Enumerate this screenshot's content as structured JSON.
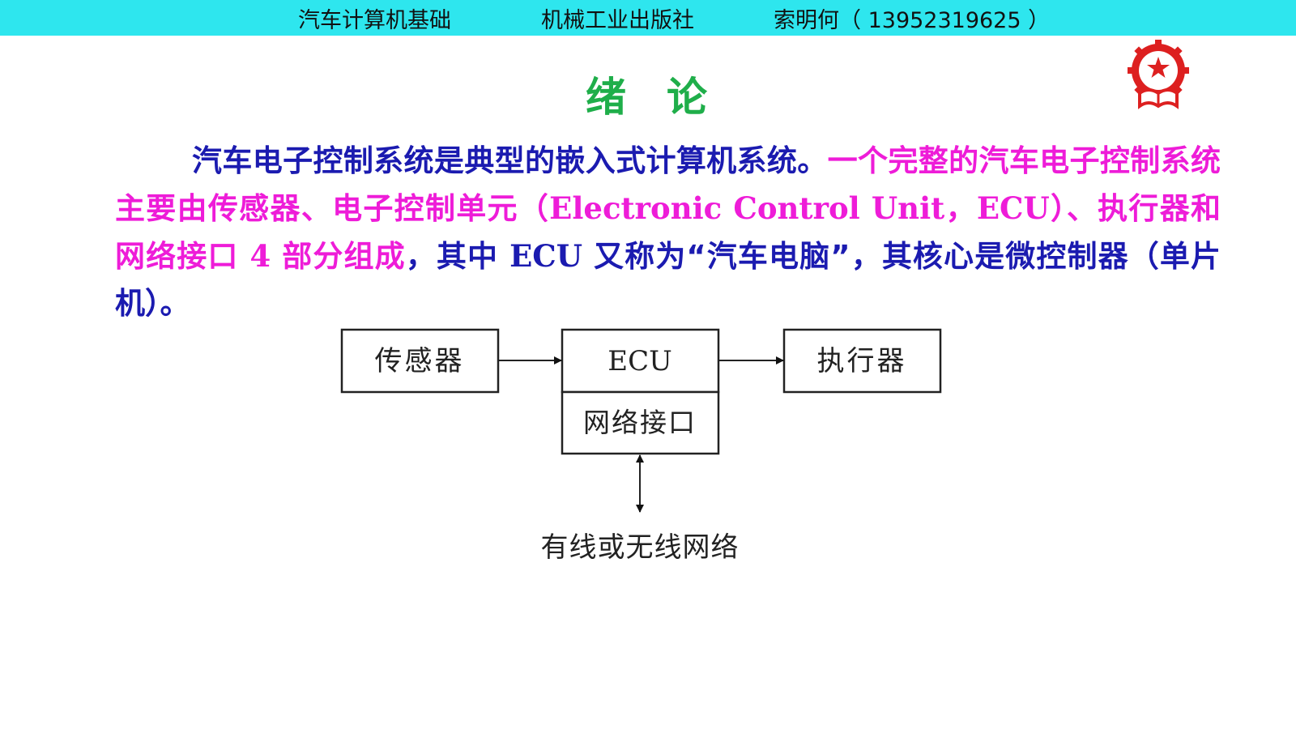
{
  "header": {
    "course": "汽车计算机基础",
    "publisher": "机械工业出版社",
    "author": "索明何（ 13952319625 ）"
  },
  "title": {
    "char1": "绪",
    "char2": "论"
  },
  "paragraph": {
    "s1": "汽车电子控制系统是典型的嵌入式计算机系统。",
    "s2a": "一个完整的汽车电子控制系统主要由传感器、电子控制单元（",
    "s2b": "Electronic Control Unit",
    "s2c": "，",
    "s2d": "ECU",
    "s2e": "）、执行器和网络接口 ",
    "s2f": "4",
    "s2g": " 部分组成",
    "s3a": "，其中 ",
    "s3b": "ECU",
    "s3c": " 又称为“汽车电脑”，其核心是微控制器（单片机）。"
  },
  "diagram": {
    "sensor": "传感器",
    "ecu": "ECU",
    "actuator": "执行器",
    "network_interface": "网络接口",
    "network": "有线或无线网络"
  },
  "colors": {
    "header_bg": "#2ee6ee",
    "title": "#1fae4a",
    "text_blue": "#1b1bb0",
    "text_pink": "#ee1cd8",
    "logo_red": "#dd2020"
  }
}
